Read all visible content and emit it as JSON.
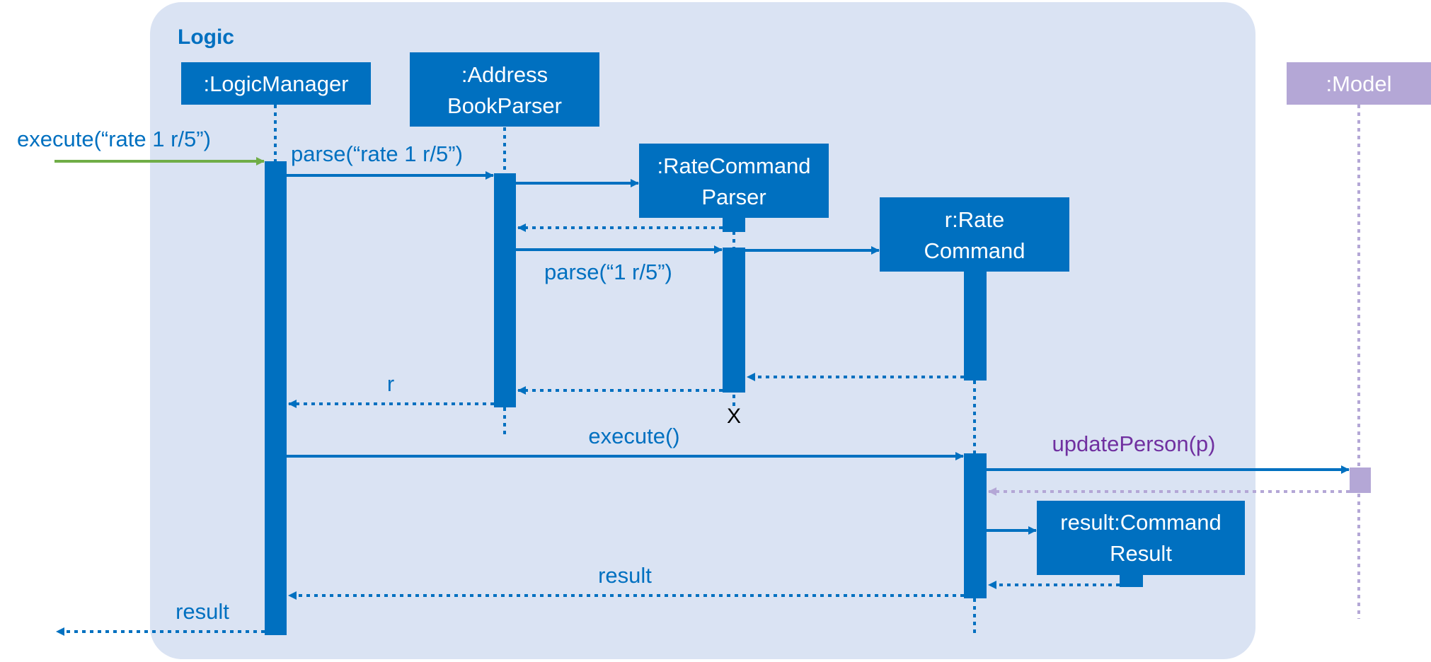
{
  "frame": {
    "title": "Logic"
  },
  "participants": {
    "logic_manager": {
      "lines": [
        ":LogicManager"
      ]
    },
    "address_book_parser": {
      "lines": [
        ":Address",
        "BookParser"
      ]
    },
    "rate_command_parser": {
      "lines": [
        ":RateCommand",
        "Parser"
      ]
    },
    "rate_command": {
      "lines": [
        "r:Rate",
        "Command"
      ]
    },
    "command_result": {
      "lines": [
        "result:Command",
        "Result"
      ]
    },
    "model": {
      "lines": [
        ":Model"
      ]
    }
  },
  "messages": {
    "execute_input": "execute(“rate 1 r/5”)",
    "parse_input": "parse(“rate 1 r/5”)",
    "parse_args": "parse(“1 r/5”)",
    "return_r": "r",
    "execute_call": "execute()",
    "update_person": "updatePerson(p)",
    "return_result_inner": "result",
    "return_result_outer": "result"
  },
  "destroy_mark": "X",
  "colors": {
    "frame_bg": "#dae3f3",
    "primary": "#0070c0",
    "model": "#b4a7d6",
    "model_text": "#7030a0",
    "entry_arrow": "#70ad47",
    "destroy": "#000000"
  }
}
